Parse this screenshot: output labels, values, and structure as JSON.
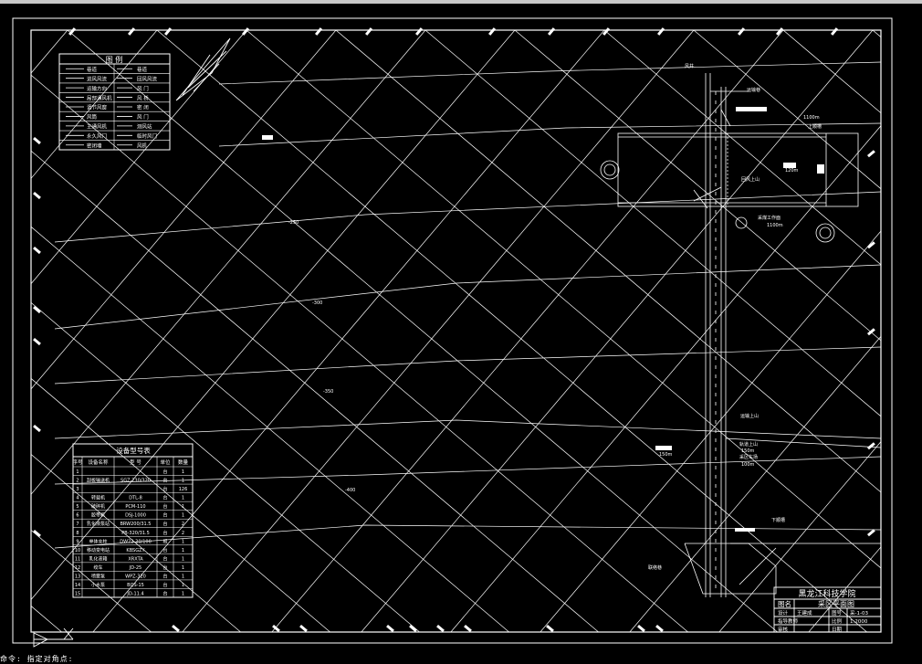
{
  "legend": {
    "title": "图  例",
    "rows": [
      {
        "left": "巷道",
        "right": "巷道"
      },
      {
        "left": "进风风流",
        "right": "回风风流"
      },
      {
        "left": "运输方向",
        "right": "风 门"
      },
      {
        "left": "局部通风机",
        "right": "风 桥"
      },
      {
        "left": "调节风窗",
        "right": "密 闭"
      },
      {
        "left": "风筒",
        "right": "风 门"
      },
      {
        "left": "主通风机",
        "right": "测风站"
      },
      {
        "left": "永久风门",
        "right": "临时风门"
      },
      {
        "left": "密闭墙",
        "right": "风机"
      }
    ]
  },
  "equipment": {
    "title": "设备型号表",
    "headers": [
      "序号",
      "设备名称",
      "型  号",
      "单位",
      "数量"
    ],
    "rows": [
      {
        "no": "1",
        "name": "",
        "model": "",
        "unit": "台",
        "qty": "1"
      },
      {
        "no": "2",
        "name": "刮板输送机",
        "model": "SGZ-730/320",
        "unit": "台",
        "qty": "1"
      },
      {
        "no": "3",
        "name": "",
        "model": "",
        "unit": "台",
        "qty": "126"
      },
      {
        "no": "4",
        "name": "转载机",
        "model": "DTL-8",
        "unit": "台",
        "qty": "1"
      },
      {
        "no": "5",
        "name": "破碎机",
        "model": "PCM-110",
        "unit": "台",
        "qty": "1"
      },
      {
        "no": "6",
        "name": "胶带机",
        "model": "DSJ-1000",
        "unit": "台",
        "qty": "1"
      },
      {
        "no": "7",
        "name": "乳化液泵站",
        "model": "BRW200/31.5",
        "unit": "台",
        "qty": "2"
      },
      {
        "no": "8",
        "name": "",
        "model": "PB-320/31.5",
        "unit": "台",
        "qty": "2"
      },
      {
        "no": "9",
        "name": "单体支柱",
        "model": "DW22-30/100",
        "unit": "根",
        "qty": "1"
      },
      {
        "no": "10",
        "name": "移动变电站",
        "model": "KBSGZY",
        "unit": "台",
        "qty": "1"
      },
      {
        "no": "11",
        "name": "乳化液箱",
        "model": "XRXTA",
        "unit": "台",
        "qty": "1"
      },
      {
        "no": "12",
        "name": "绞车",
        "model": "JD-25",
        "unit": "台",
        "qty": "1"
      },
      {
        "no": "13",
        "name": "喷雾泵",
        "model": "WPZ-320",
        "unit": "台",
        "qty": "1"
      },
      {
        "no": "14",
        "name": "小水泵",
        "model": "BQS-15",
        "unit": "台",
        "qty": "1"
      },
      {
        "no": "15",
        "name": "",
        "model": "JD-11.4",
        "unit": "台",
        "qty": "1"
      }
    ]
  },
  "title_block": {
    "school": "黑龙江科技学院",
    "name_label": "图名",
    "drawing_name": "采区平面图",
    "rows": [
      {
        "c1": "设计",
        "c2": "王建成",
        "c3": "图号",
        "c4": "采-1-03"
      },
      {
        "c1": "指导教师",
        "c2": "",
        "c3": "比例",
        "c4": "1:2000"
      },
      {
        "c1": "审核",
        "c2": "",
        "c3": "日期",
        "c4": ""
      }
    ]
  },
  "contours": [
    "-250",
    "-300",
    "-350",
    "-400"
  ],
  "annotations": [
    "风井",
    "运输巷",
    "上顺槽",
    "回风上山",
    "采煤工作面",
    "运输上山",
    "轨道上山",
    "下顺槽",
    "联络巷",
    "采区车场",
    "1100m",
    "120m",
    "1100m",
    "150m",
    "150m",
    "100m"
  ],
  "statusbar_text": "命令: 指定对角点:"
}
